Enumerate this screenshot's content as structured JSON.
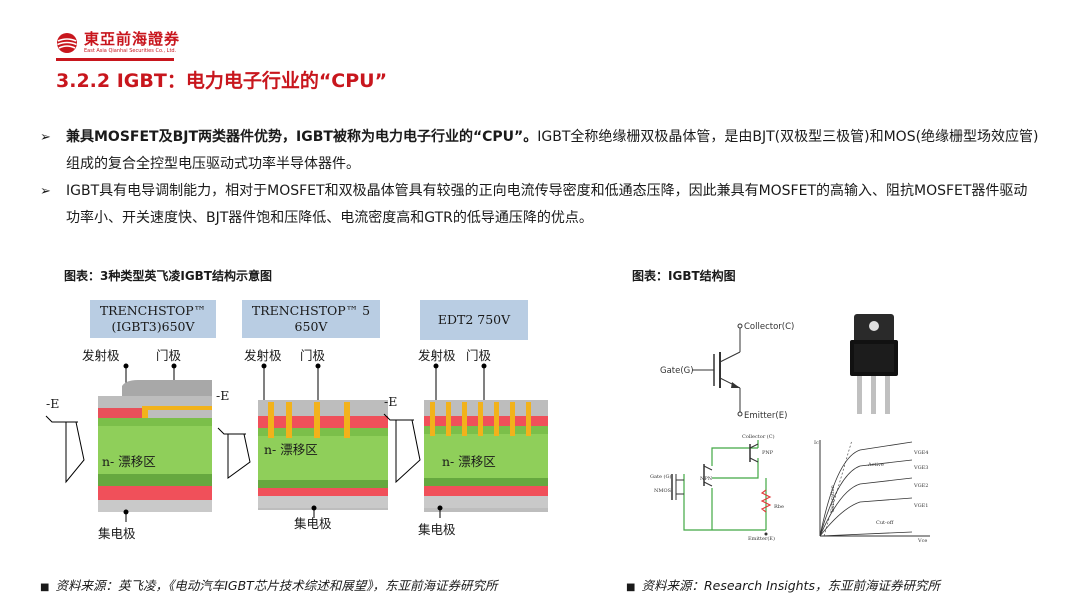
{
  "header": {
    "brand_cn": "東亞前海證券",
    "brand_en": "East Asia Qianhai Securities Co., Ltd.",
    "title": "3.2.2 IGBT：电力电子行业的“CPU”"
  },
  "bullets": [
    {
      "bold": "兼具MOSFET及BJT两类器件优势，IGBT被称为电力电子行业的“CPU”。",
      "text": "IGBT全称绝缘栅双极晶体管，是由BJT(双极型三极管)和MOS(绝缘栅型场效应管)组成的复合全控型电压驱动式功率半导体器件。"
    },
    {
      "bold": "",
      "text": "IGBT具有电导调制能力，相对于MOSFET和双极晶体管具有较强的正向电流传导密度和低通态压降，因此兼具有MOSFET的高输入、阻抗MOSFET器件驱动功率小、开关速度快、BJT器件饱和压降低、电流密度高和GTR的低导通压降的优点。"
    }
  ],
  "figure_left": {
    "caption": "图表：3种类型英飞凌IGBT结构示意图",
    "panels": [
      {
        "title_line1": "TRENCHSTOP™",
        "title_line2": "(IGBT3)650V",
        "emitter": "发射极",
        "gate": "门极",
        "drift": "n- 漂移区",
        "collector": "集电极",
        "e_label": "-E"
      },
      {
        "title_line1": "TRENCHSTOP™ 5",
        "title_line2": "650V",
        "emitter": "发射极",
        "gate": "门极",
        "drift": "n- 漂移区",
        "collector": "集电极",
        "e_label": "-E"
      },
      {
        "title_line1": "EDT2 750V",
        "title_line2": "",
        "emitter": "发射极",
        "gate": "门极",
        "drift": "n- 漂移区",
        "collector": "集电极",
        "e_label": "-E"
      }
    ],
    "source": "资料来源：英飞凌，《电动汽车IGBT芯片技术综述和展望》，东亚前海证券研究所"
  },
  "figure_right": {
    "caption": "图表：IGBT结构图",
    "symbol_labels": {
      "collector": "Collector(C)",
      "gate": "Gate(G)",
      "emitter": "Emitter(E)"
    },
    "circuit_labels": {
      "collector": "Collector (C)",
      "pnp": "PNP",
      "npn": "NPN",
      "gate": "Gate (G)",
      "nmos": "NMOS",
      "rbe": "Rbe",
      "emitter": "Emitter(E)"
    },
    "curve_labels": {
      "y_axis": "Ic",
      "saturation": "Saturation",
      "active": "Active",
      "cutoff": "Cut-off",
      "x_axis": "Vce",
      "vge": [
        "VGE4",
        "VGE3",
        "VGE2",
        "VGE1"
      ]
    },
    "source": "资料来源：Research Insights，东亚前海证券研究所"
  },
  "colors": {
    "brand_red": "#c8161d",
    "drift_green": "#8fcf5a",
    "p_red": "#f0505a",
    "gate_gold": "#f2b21b",
    "oxide_gray": "#bdbdbd",
    "title_box_blue": "#b9cde3",
    "circuit_green": "#41a843",
    "circuit_red": "#e23b3b"
  }
}
